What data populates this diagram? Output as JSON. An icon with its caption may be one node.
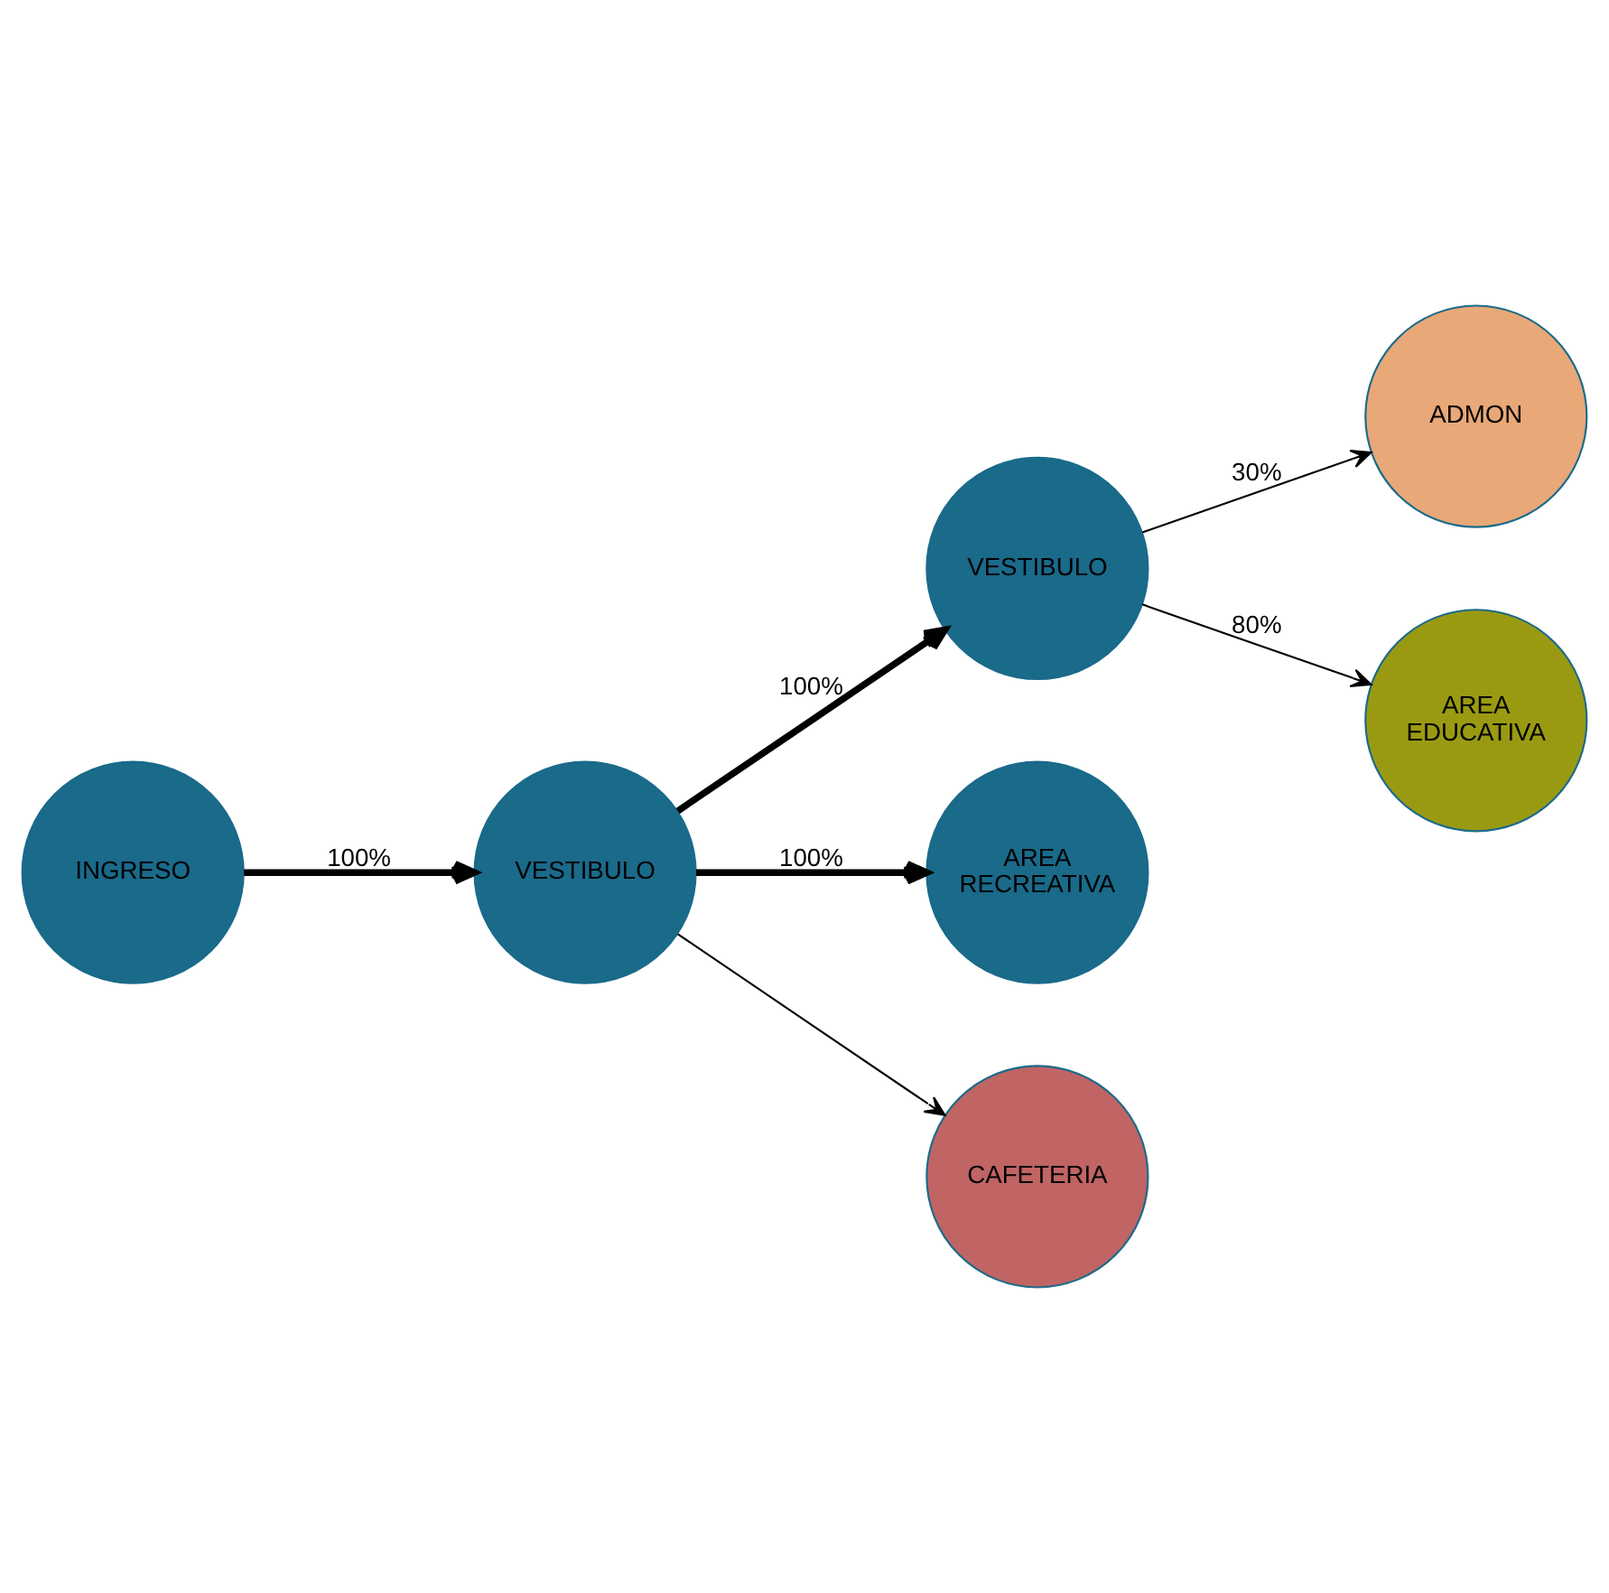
{
  "diagram": {
    "nodes": [
      {
        "text": [
          "ADMON"
        ]
      },
      {
        "text": [
          "AREA EDUCATIVA"
        ]
      },
      {
        "text": [
          "VESTIBULO"
        ]
      },
      {
        "text": [
          "INGRESO"
        ]
      },
      {
        "text": [
          "VESTIBULO"
        ]
      },
      {
        "text": [
          "AREA RECREATIVA"
        ]
      },
      {
        "text": [
          "CAFETERIA"
        ]
      }
    ],
    "edges": [
      {
        "from": 2,
        "to": 0,
        "arrow": "to",
        "label": "30%"
      },
      {
        "from": 2,
        "to": 1,
        "arrow": "to",
        "label": "80%"
      },
      {
        "from": 4,
        "to": 2,
        "arrow": "to",
        "label": "100%",
        "style": "thick"
      },
      {
        "from": 3,
        "to": 4,
        "arrow": "to",
        "label": "100%",
        "style": "thick"
      },
      {
        "from": 4,
        "to": 5,
        "arrow": "to",
        "label": "100%",
        "style": "thick"
      },
      {
        "from": 4,
        "to": 6,
        "arrow": "to"
      }
    ]
  }
}
